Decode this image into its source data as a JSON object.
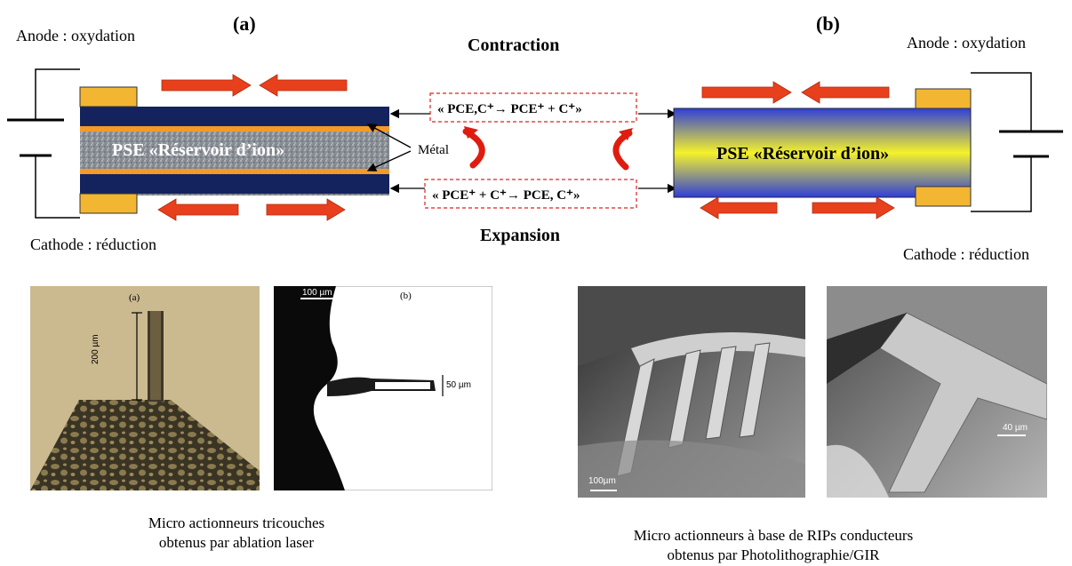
{
  "panel_a": {
    "title": "(a)",
    "anode_label": "Anode : oxydation",
    "cathode_label": "Cathode : réduction",
    "center_label": "PSE «Réservoir d’ion»",
    "metal_label": "Métal"
  },
  "panel_b": {
    "title": "(b)",
    "anode_label": "Anode : oxydation",
    "cathode_label": "Cathode : réduction",
    "center_label": "PSE «Réservoir d’ion»"
  },
  "middle": {
    "contraction_label": "Contraction",
    "expansion_label": "Expansion",
    "eq_top": "« PCE,C⁺→ PCE⁺ + C⁺»",
    "eq_bottom": "« PCE⁺ + C⁺→ PCE, C⁺»"
  },
  "photos": {
    "photo1_label": "(a)",
    "photo1_scale": "200 µm",
    "photo2_label": "(b)",
    "photo2_scale_top": "100 µm",
    "photo2_scale_side": "50 µm",
    "photo3_scale": "100µm",
    "photo4_scale": "40 µm"
  },
  "captions": {
    "left_line1": "Micro actionneurs  tricouches",
    "left_line2": "obtenus par ablation laser",
    "right_line1": "Micro actionneurs  à base de RIPs conducteurs",
    "right_line2": "obtenus par Photolithographie/GIR"
  },
  "colors": {
    "electrode_yellow": "#f2b632",
    "arrow_red": "#e8401c",
    "dark_blue": "#14235e",
    "orange_metal": "#f39a2b"
  }
}
